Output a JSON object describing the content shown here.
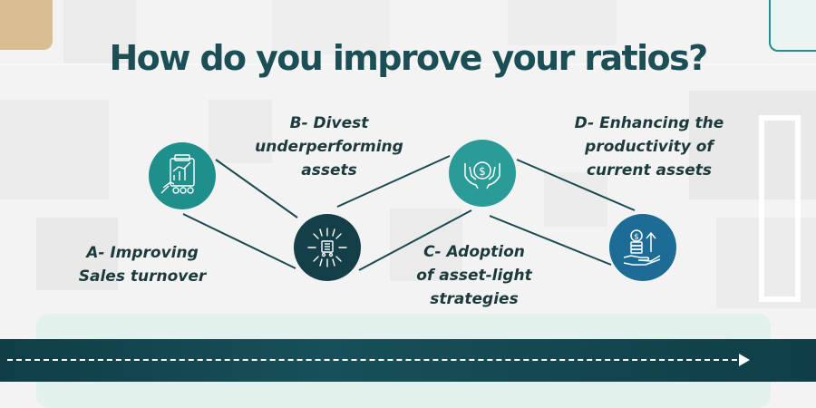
{
  "title": "How do you improve your ratios?",
  "steps": [
    {
      "id": "A",
      "label_line1": "A- Improving",
      "label_line2": "Sales turnover",
      "label_line3": "",
      "icon": "sales-chart-icon"
    },
    {
      "id": "B",
      "label_line1": "B- Divest",
      "label_line2": "underperforming",
      "label_line3": "assets",
      "icon": "shopping-cart-burst-icon"
    },
    {
      "id": "C",
      "label_line1": "C- Adoption",
      "label_line2": "of asset-light",
      "label_line3": "strategies",
      "icon": "hands-dollar-icon"
    },
    {
      "id": "D",
      "label_line1": "D- Enhancing the",
      "label_line2": "productivity of",
      "label_line3": "current assets",
      "icon": "hand-coins-growth-icon"
    }
  ],
  "colors": {
    "title": "#1b4f55",
    "connector": "#1a4a4f",
    "node_a": "#1f8f8c",
    "node_b": "#143f48",
    "node_c": "#2a9b97",
    "node_d": "#1d6c95",
    "timeline": "#0f3e48"
  }
}
